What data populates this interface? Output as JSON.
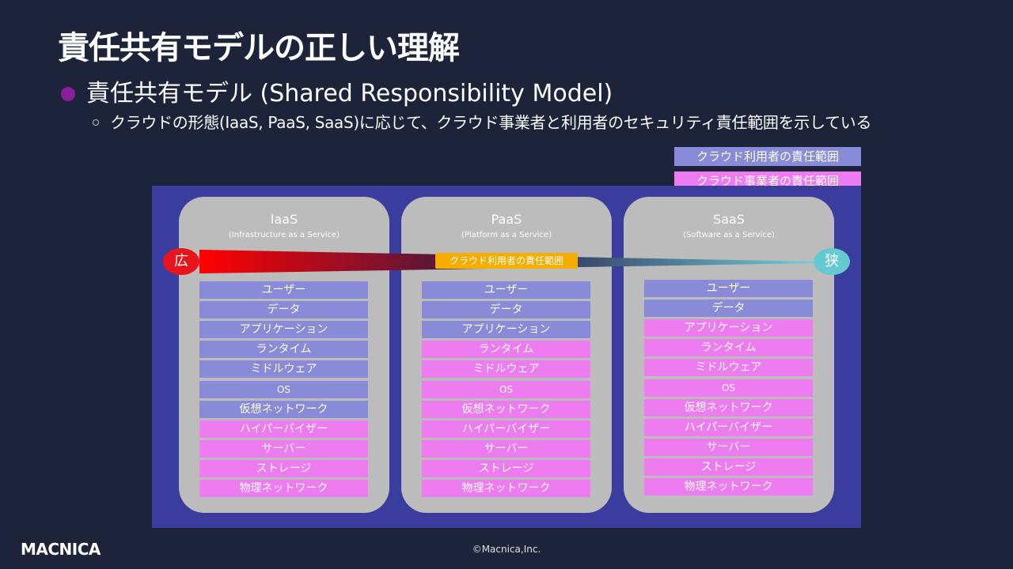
{
  "slide": {
    "title": "責任共有モデルの正しい理解",
    "bullet": "責任共有モデル (Shared Responsibility Model)",
    "sub_bullet": "クラウドの形態(IaaS, PaaS, SaaS)に応じて、クラウド事業者と利用者のセキュリティ責任範囲を示している"
  },
  "legend": {
    "user": "クラウド利用者の責任範囲",
    "vendor": "クラウド事業者の責任範囲"
  },
  "colors": {
    "background": "#1d243a",
    "panel": "#3a3d9e",
    "column": "#bcbcbc",
    "user": "#8a8bd8",
    "vendor": "#ec7cf0",
    "accent": "#f5ad00",
    "wide": "#e8141c",
    "narrow": "#65c9d2"
  },
  "arrow": {
    "wide_label": "広",
    "narrow_label": "狭",
    "middle_label": "クラウド利用者の責任範囲"
  },
  "columns": [
    {
      "name": "IaaS",
      "subtitle": "(Infrastructure as a Service)",
      "layers": [
        {
          "label": "ユーザー",
          "owner": "user"
        },
        {
          "label": "データ",
          "owner": "user"
        },
        {
          "label": "アプリケーション",
          "owner": "user"
        },
        {
          "label": "ランタイム",
          "owner": "user"
        },
        {
          "label": "ミドルウェア",
          "owner": "user"
        },
        {
          "label": "OS",
          "owner": "user"
        },
        {
          "label": "仮想ネットワーク",
          "owner": "user"
        },
        {
          "label": "ハイパーバイザー",
          "owner": "vendor"
        },
        {
          "label": "サーバー",
          "owner": "vendor"
        },
        {
          "label": "ストレージ",
          "owner": "vendor"
        },
        {
          "label": "物理ネットワーク",
          "owner": "vendor"
        }
      ]
    },
    {
      "name": "PaaS",
      "subtitle": "(Platform as a Service)",
      "layers": [
        {
          "label": "ユーザー",
          "owner": "user"
        },
        {
          "label": "データ",
          "owner": "user"
        },
        {
          "label": "アプリケーション",
          "owner": "user"
        },
        {
          "label": "ランタイム",
          "owner": "vendor"
        },
        {
          "label": "ミドルウェア",
          "owner": "vendor"
        },
        {
          "label": "OS",
          "owner": "vendor"
        },
        {
          "label": "仮想ネットワーク",
          "owner": "vendor"
        },
        {
          "label": "ハイパーバイザー",
          "owner": "vendor"
        },
        {
          "label": "サーバー",
          "owner": "vendor"
        },
        {
          "label": "ストレージ",
          "owner": "vendor"
        },
        {
          "label": "物理ネットワーク",
          "owner": "vendor"
        }
      ]
    },
    {
      "name": "SaaS",
      "subtitle": "(Software as a Service)",
      "layers": [
        {
          "label": "ユーザー",
          "owner": "user"
        },
        {
          "label": "データ",
          "owner": "user"
        },
        {
          "label": "アプリケーション",
          "owner": "vendor"
        },
        {
          "label": "ランタイム",
          "owner": "vendor"
        },
        {
          "label": "ミドルウェア",
          "owner": "vendor"
        },
        {
          "label": "OS",
          "owner": "vendor"
        },
        {
          "label": "仮想ネットワーク",
          "owner": "vendor"
        },
        {
          "label": "ハイパーバイザー",
          "owner": "vendor"
        },
        {
          "label": "サーバー",
          "owner": "vendor"
        },
        {
          "label": "ストレージ",
          "owner": "vendor"
        },
        {
          "label": "物理ネットワーク",
          "owner": "vendor"
        }
      ]
    }
  ],
  "footer": {
    "logo": "MACNICA",
    "copyright": "©Macnica,Inc."
  }
}
